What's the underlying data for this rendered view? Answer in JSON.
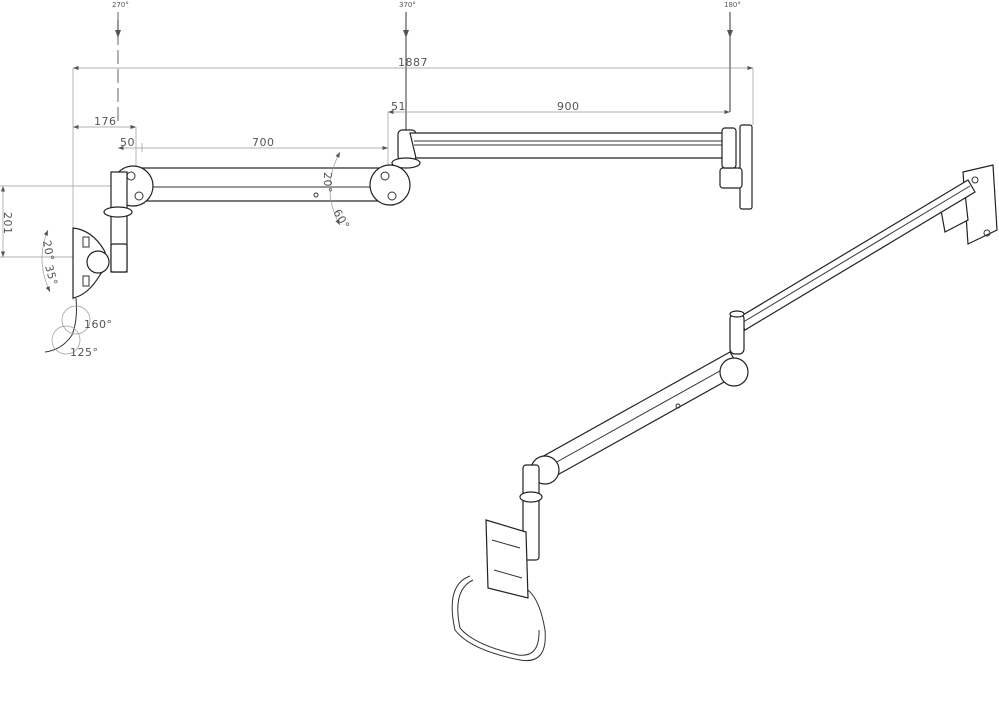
{
  "rotation_labels": {
    "left": "270°",
    "middle": "370°",
    "right": "180°"
  },
  "dimensions": {
    "overall_length": "1887",
    "offset_left": "176",
    "offset_joint": "51",
    "upper_arm": "900",
    "offset_lower": "50",
    "lower_arm": "700",
    "height": "201"
  },
  "angles": {
    "arm_up": "20°",
    "arm_down": "60°",
    "tilt_up": "20°",
    "tilt_down": "35°",
    "handle_rotate_1": "160°",
    "handle_rotate_2": "125°"
  }
}
